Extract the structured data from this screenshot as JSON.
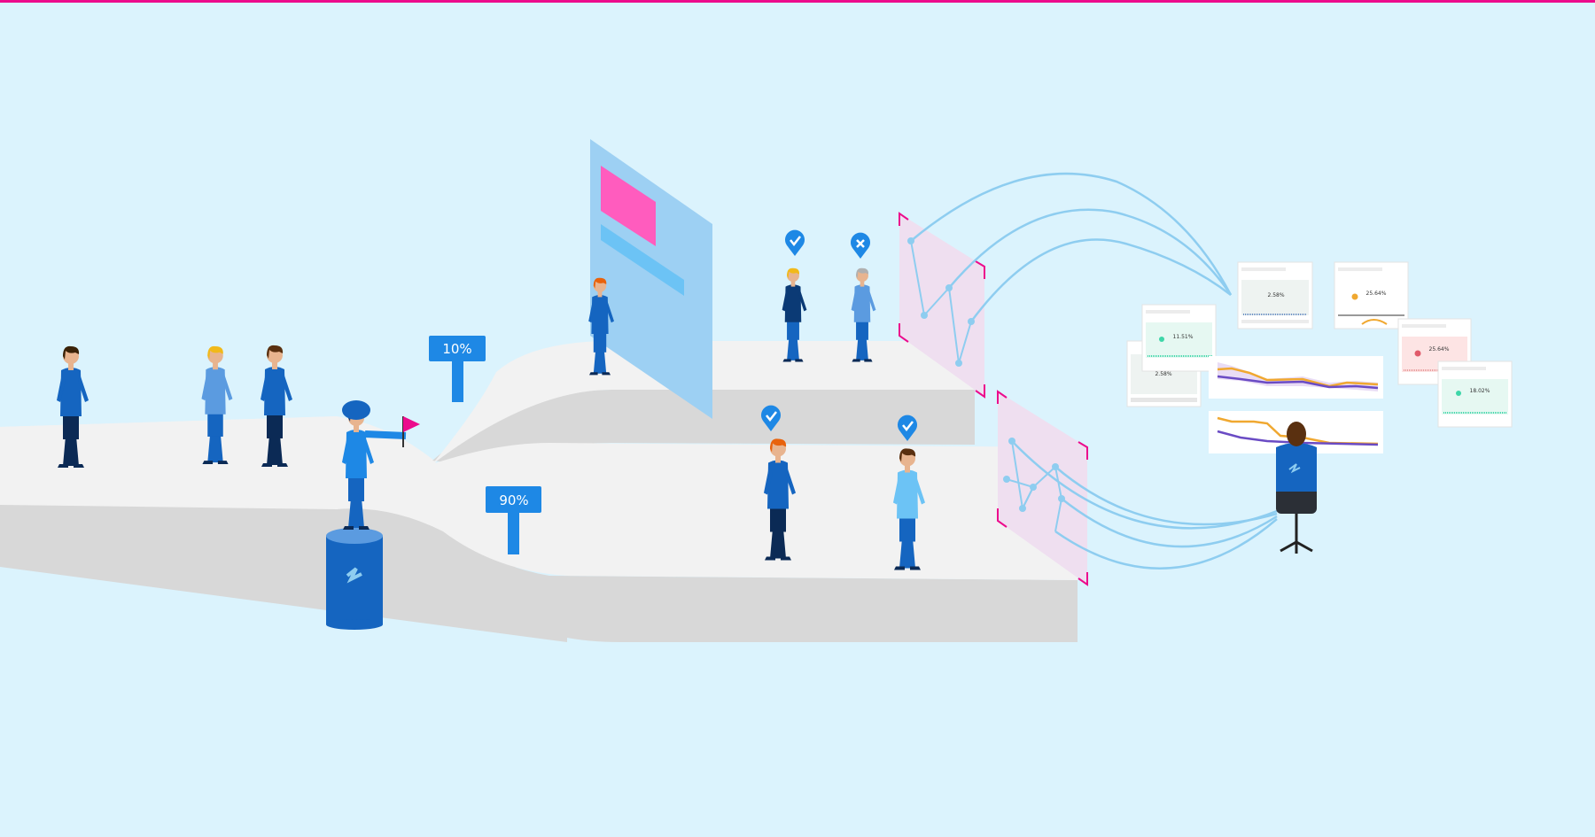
{
  "signs": {
    "upper_split": "10%",
    "lower_split": "90%"
  },
  "dashboard_cards": [
    {
      "value": "2.58%",
      "status": "neutral"
    },
    {
      "value": "11.51%",
      "status": "positive"
    },
    {
      "value": "2.58%",
      "status": "neutral"
    },
    {
      "value": "25.64%",
      "status": "warning"
    },
    {
      "value": "25.64%",
      "status": "negative"
    },
    {
      "value": "18.02%",
      "status": "positive"
    }
  ],
  "markers": [
    {
      "type": "check"
    },
    {
      "type": "cross"
    },
    {
      "type": "check"
    },
    {
      "type": "check"
    }
  ],
  "colors": {
    "background": "#dbf3fd",
    "accent_pink": "#ec0b8c",
    "sign_blue": "#1e88e5",
    "road_top": "#f2f2f2",
    "road_side": "#d8d8d8",
    "series_orange": "#f0a830",
    "series_purple": "#6a4bc4"
  }
}
